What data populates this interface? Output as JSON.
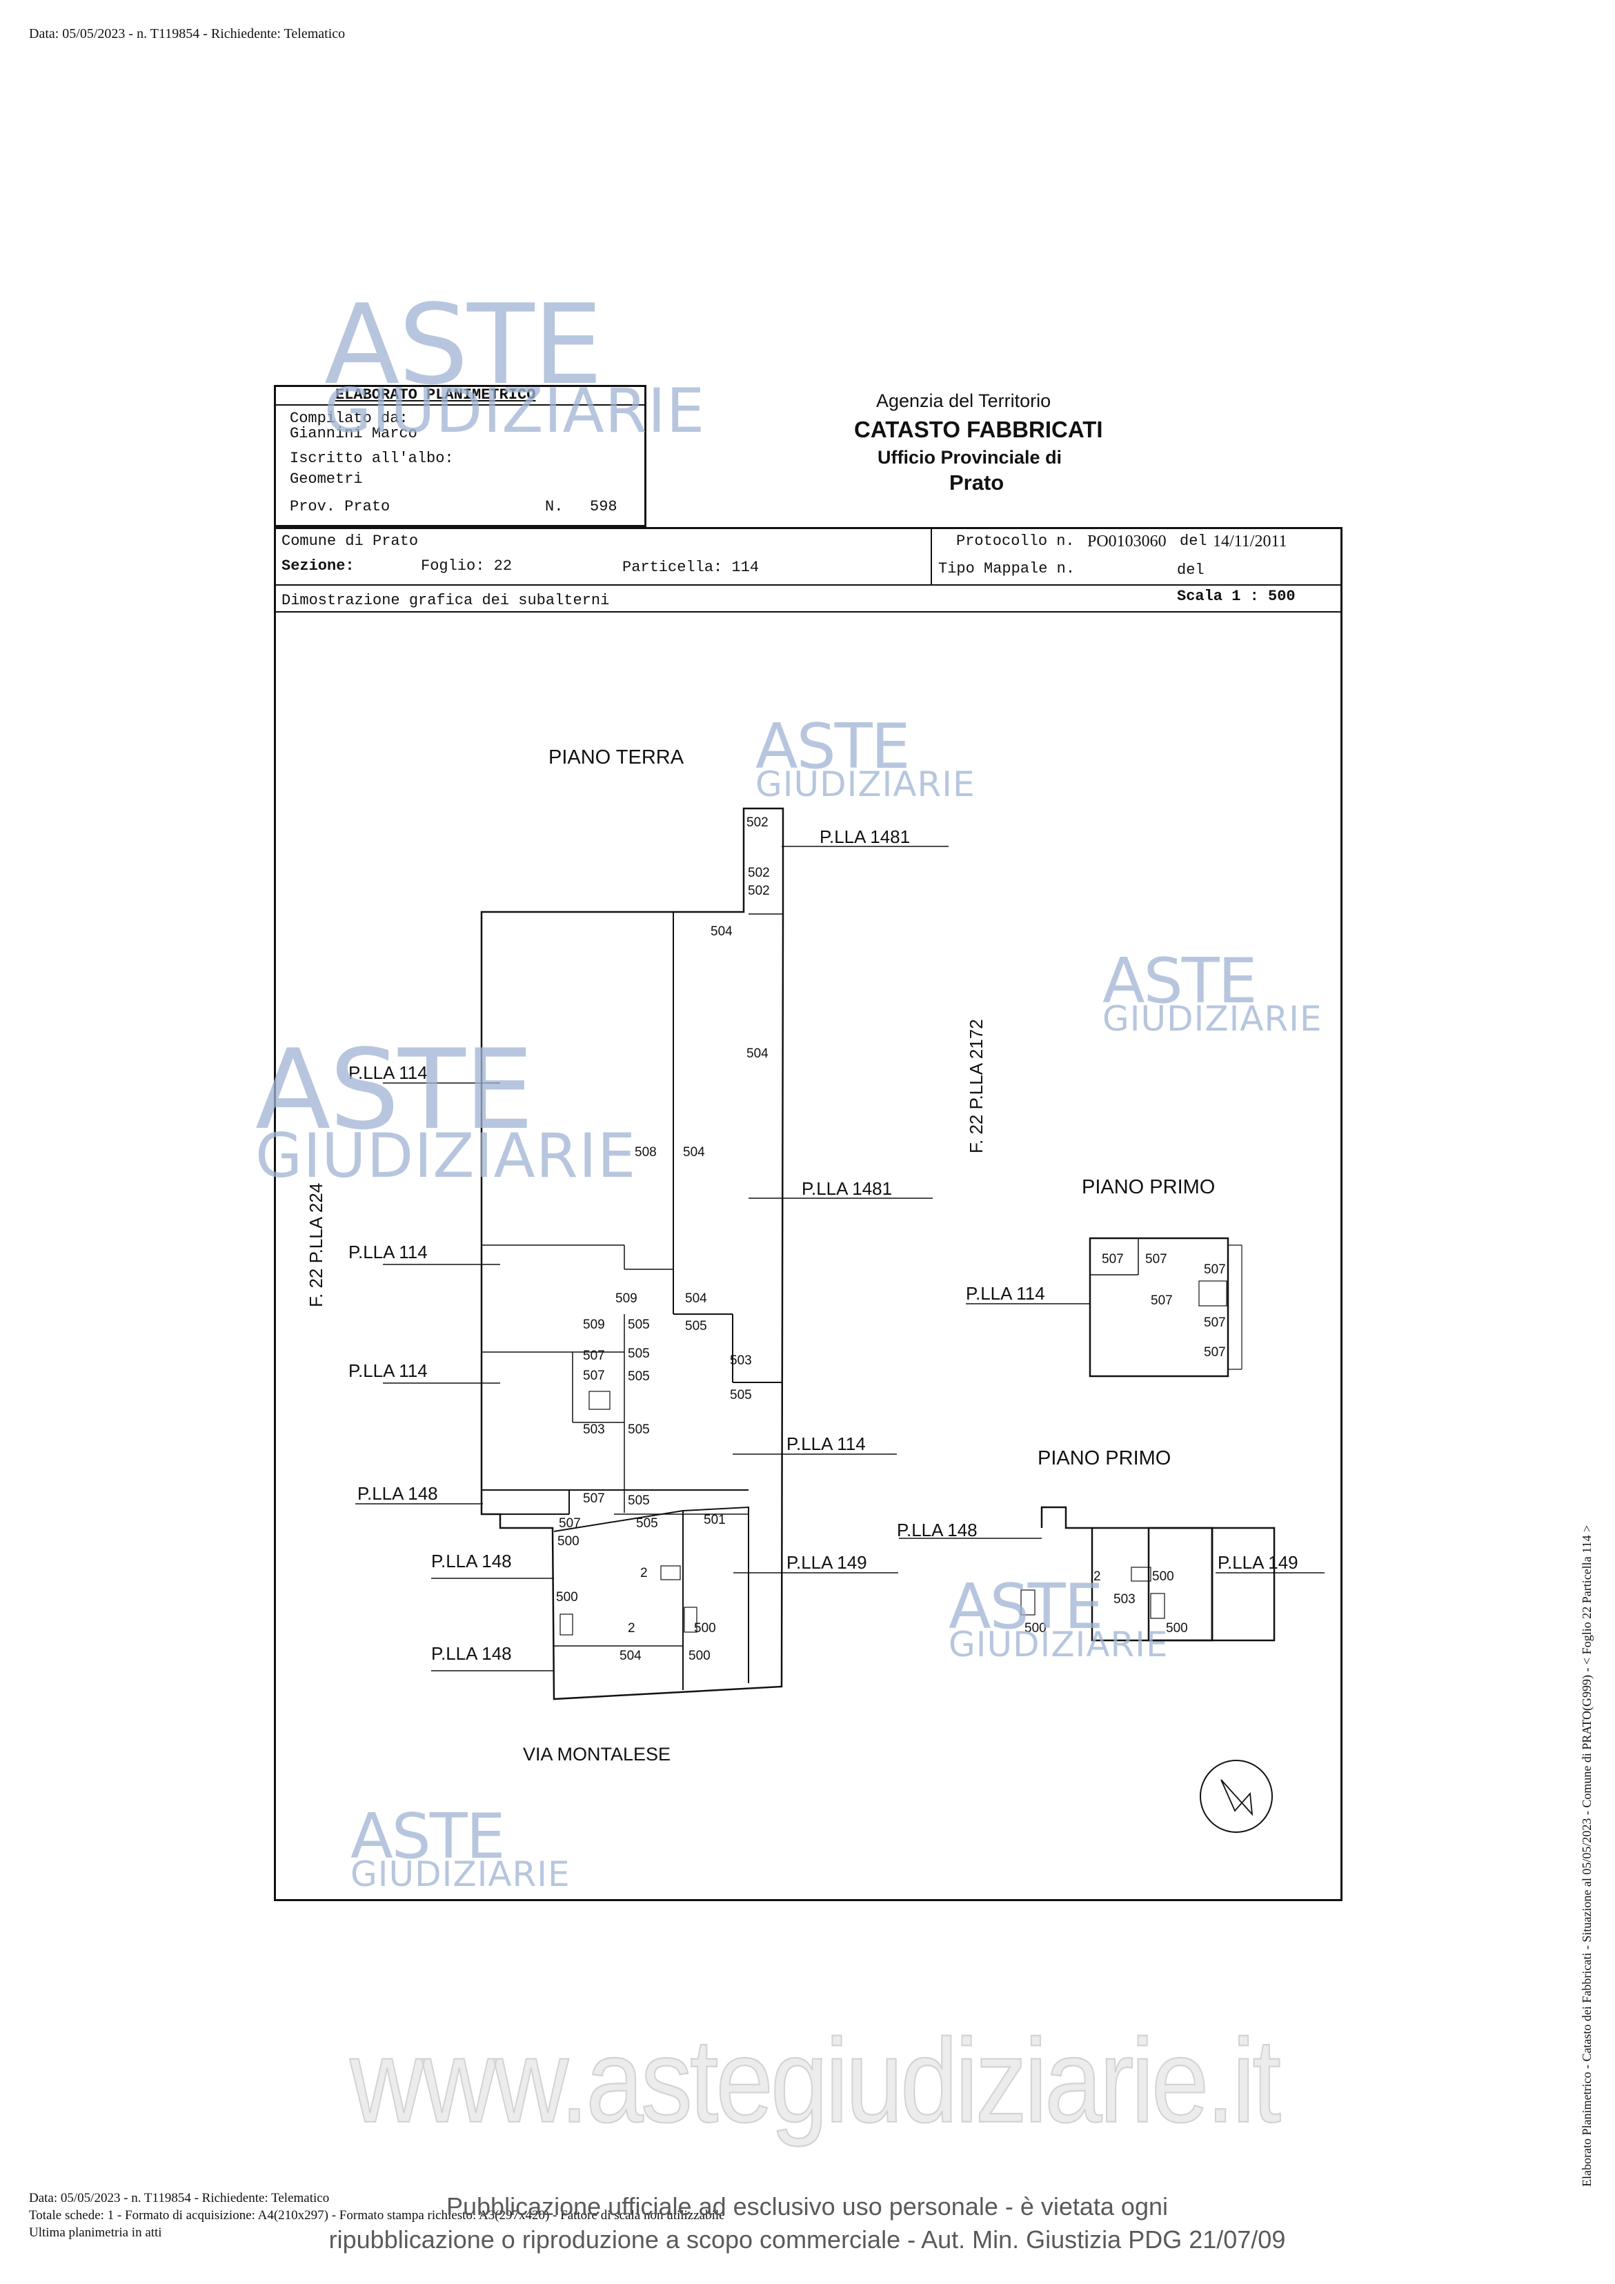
{
  "header": {
    "top_line": "Data: 05/05/2023 - n. T119854 - Richiedente: Telematico"
  },
  "title_box": {
    "title": "ELABORATO PLANIMETRICO",
    "compiled_label": "Compilato da:",
    "compiled_name": "Giannini Marco",
    "registered_label": "Iscritto all'albo:",
    "registered_value": "Geometri",
    "prov": "Prov. Prato",
    "n_label": "N.",
    "n_value": "598"
  },
  "agency": {
    "line1": "Agenzia del Territorio",
    "line2": "CATASTO FABBRICATI",
    "line3": "Ufficio Provinciale di",
    "line4": "Prato"
  },
  "info": {
    "comune": "Comune di Prato",
    "sezione": "Sezione:",
    "foglio": "Foglio: 22",
    "particella": "Particella: 114",
    "protocollo_label": "Protocollo n.",
    "protocollo_value": "PO0103060",
    "protocollo_del": "del",
    "protocollo_date": "14/11/2011",
    "tipo_mappale": "Tipo Mappale n.",
    "tipo_del": "del",
    "dimostrazione": "Dimostrazione grafica dei subalterni",
    "scala": "Scala 1 : 500"
  },
  "plan": {
    "piano_terra": "PIANO TERRA",
    "piano_primo": "PIANO PRIMO",
    "via": "VIA MONTALESE",
    "pll_1481": "P.LLA 1481",
    "pll_114": "P.LLA 114",
    "pll_148": "P.LLA 148",
    "pll_149": "P.LLA 149",
    "f22_2172": "F. 22 P.LLA 2172",
    "f22_224": "F. 22 P.LLA 224",
    "sub": {
      "s2": "2",
      "s500": "500",
      "s501": "501",
      "s502": "502",
      "s503": "503",
      "s504": "504",
      "s505": "505",
      "s507": "507",
      "s508": "508",
      "s509": "509"
    }
  },
  "watermark": {
    "aste": "ASTE",
    "giudiziarie": "GIUDIZIARIE",
    "site": "www.astegiudiziarie.it",
    "pub_line1": "Pubblicazione ufficiale ad esclusivo uso personale - è vietata ogni",
    "pub_line2": "ripubblicazione o riproduzione a scopo commerciale - Aut. Min. Giustizia PDG 21/07/09"
  },
  "footer": {
    "line1": "Data: 05/05/2023 - n. T119854 - Richiedente: Telematico",
    "line2": "Totale schede: 1 - Formato di acquisizione: A4(210x297) - Formato stampa richiesto: A3(297x420) - Fattore di scala non utilizzabile",
    "line3": "Ultima planimetria in atti"
  },
  "side_text": "Elaborato Planimetrico - Catasto dei Fabbricati - Situazione al 05/05/2023 - Comune di PRATO(G999) - < Foglio 22 Particella 114 >"
}
